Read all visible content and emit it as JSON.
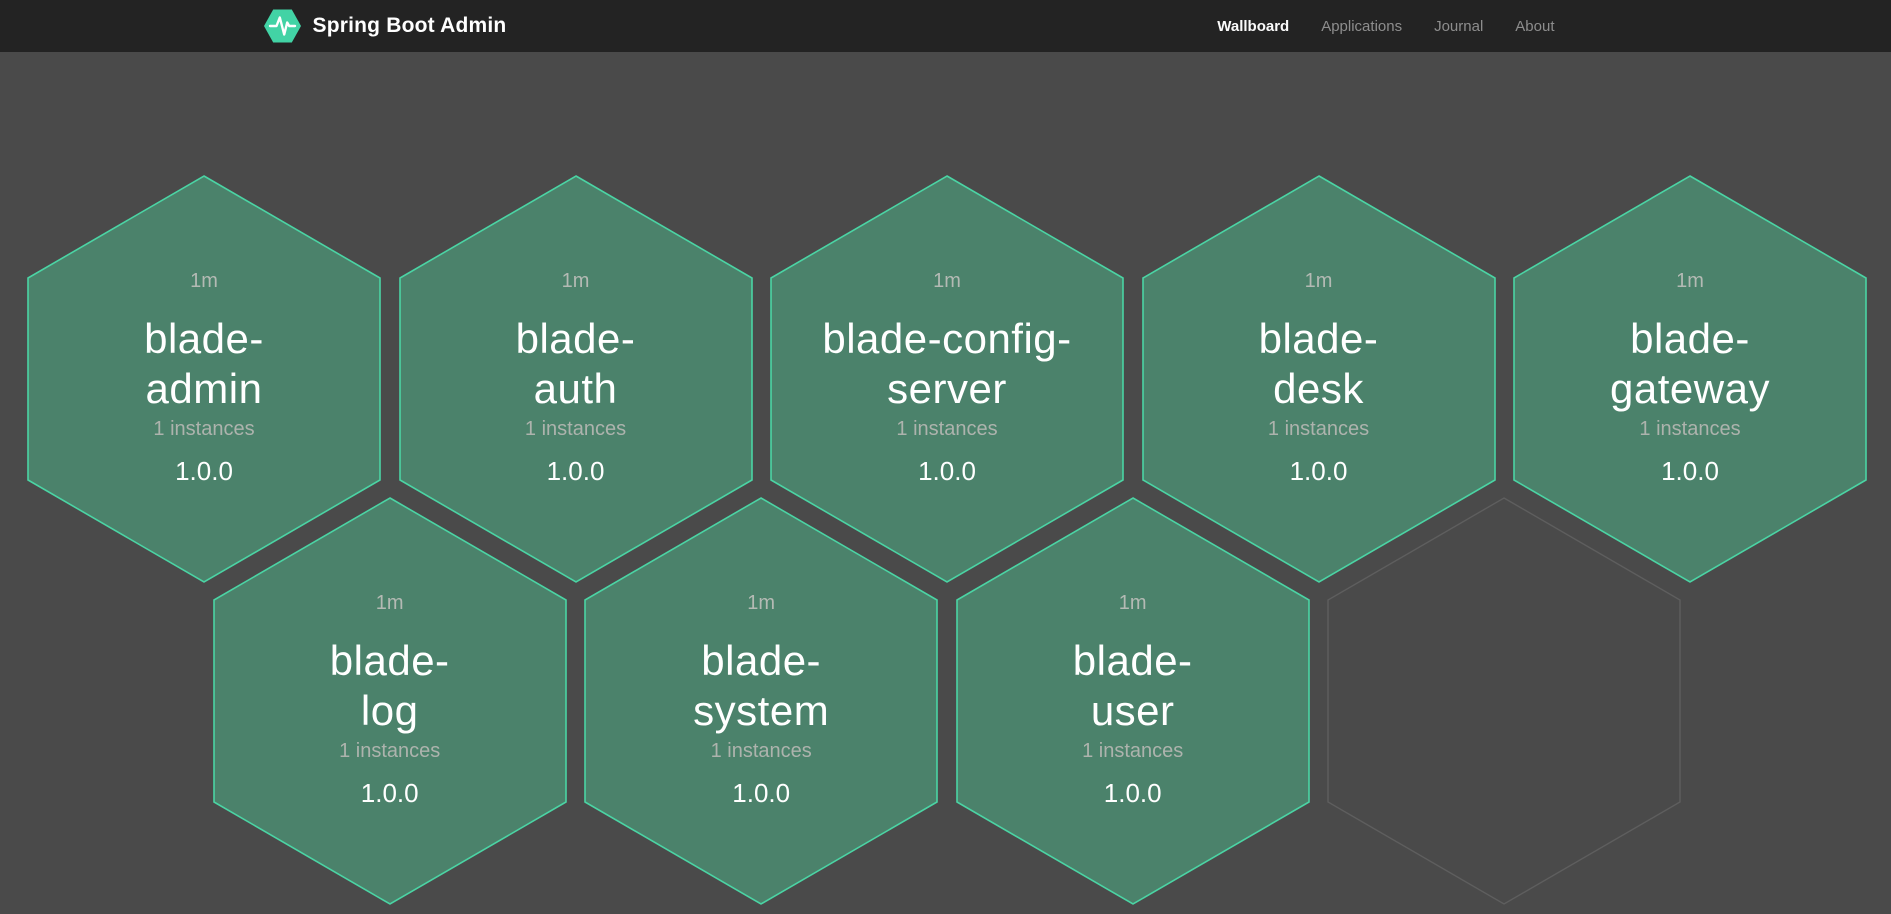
{
  "navbar": {
    "brand": "Spring Boot Admin",
    "logo_icon": "pulse-hexagon-icon",
    "items": [
      {
        "label": "Wallboard",
        "active": true
      },
      {
        "label": "Applications",
        "active": false
      },
      {
        "label": "Journal",
        "active": false
      },
      {
        "label": "About",
        "active": false
      }
    ]
  },
  "wallboard": {
    "applications": [
      {
        "name_lines": [
          "blade-",
          "admin"
        ],
        "uptime": "1m",
        "instances": "1 instances",
        "version": "1.0.0",
        "status": "up"
      },
      {
        "name_lines": [
          "blade-",
          "auth"
        ],
        "uptime": "1m",
        "instances": "1 instances",
        "version": "1.0.0",
        "status": "up"
      },
      {
        "name_lines": [
          "blade-config-",
          "server"
        ],
        "uptime": "1m",
        "instances": "1 instances",
        "version": "1.0.0",
        "status": "up"
      },
      {
        "name_lines": [
          "blade-",
          "desk"
        ],
        "uptime": "1m",
        "instances": "1 instances",
        "version": "1.0.0",
        "status": "up"
      },
      {
        "name_lines": [
          "blade-",
          "gateway"
        ],
        "uptime": "1m",
        "instances": "1 instances",
        "version": "1.0.0",
        "status": "up"
      },
      {
        "name_lines": [
          "blade-",
          "log"
        ],
        "uptime": "1m",
        "instances": "1 instances",
        "version": "1.0.0",
        "status": "up"
      },
      {
        "name_lines": [
          "blade-",
          "system"
        ],
        "uptime": "1m",
        "instances": "1 instances",
        "version": "1.0.0",
        "status": "up"
      },
      {
        "name_lines": [
          "blade-",
          "user"
        ],
        "uptime": "1m",
        "instances": "1 instances",
        "version": "1.0.0",
        "status": "up"
      }
    ],
    "empty_slots": 1
  },
  "colors": {
    "navbar_bg": "#232323",
    "page_bg": "#4a4a4a",
    "brand_green": "#42d3a5",
    "hexagon_up_fill": "#4b826b",
    "hexagon_up_border": "#4bd4a4",
    "hexagon_empty_border": "#5e5e5e",
    "nav_active_text": "#fafafa",
    "nav_inactive_text": "#8d8d8d",
    "muted_text": "#b4bab4"
  }
}
